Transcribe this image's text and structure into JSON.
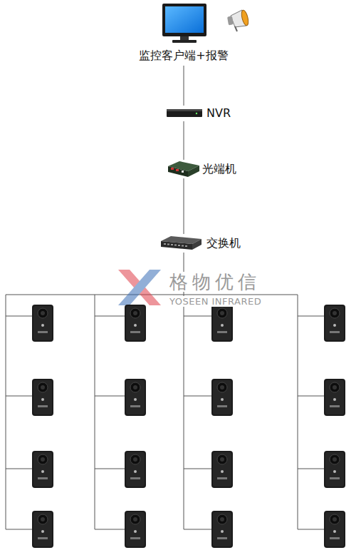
{
  "diagram": {
    "nodes": [
      {
        "text": [
          "监控客户端+报警"
        ]
      },
      {
        "text": [
          "NVR"
        ]
      },
      {
        "text": [
          "光端机"
        ]
      },
      {
        "text": [
          "交换机"
        ]
      }
    ],
    "edges": [
      {
        "from": 0,
        "to": 1,
        "arrow": "none"
      },
      {
        "from": 1,
        "to": 2,
        "arrow": "none"
      },
      {
        "from": 2,
        "to": 3,
        "arrow": "none"
      }
    ],
    "labels": [
      "格物优信",
      "YOSEEN INFRARED"
    ]
  }
}
